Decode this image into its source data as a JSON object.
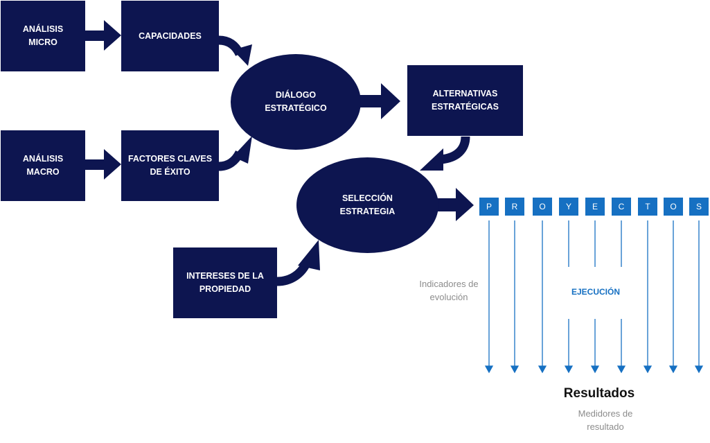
{
  "boxes": {
    "analisis_micro": "ANÁLISIS\nMICRO",
    "capacidades": "CAPACIDADES",
    "analisis_macro": "ANÁLISIS\nMACRO",
    "factores": "FACTORES CLAVES\nDE ÉXITO",
    "alternativas": "ALTERNATIVAS\nESTRATÉGICAS",
    "intereses": "INTERESES DE LA\nPROPIEDAD"
  },
  "ellipses": {
    "dialogo": "DIÁLOGO\nESTRATÉGICO",
    "seleccion": "SELECCIÓN\nESTRATEGIA"
  },
  "proyectos": [
    "P",
    "R",
    "O",
    "Y",
    "E",
    "C",
    "T",
    "O",
    "S"
  ],
  "labels": {
    "indicadores": "Indicadores de\nevolución",
    "ejecucion": "EJECUCIÓN",
    "resultados": "Resultados",
    "medidores": "Medidores de\nresultado"
  },
  "colors": {
    "shape_fill": "#0d1550",
    "project_fill": "#1670c2",
    "line": "#1670c2",
    "muted_text": "#8c8c8c"
  }
}
